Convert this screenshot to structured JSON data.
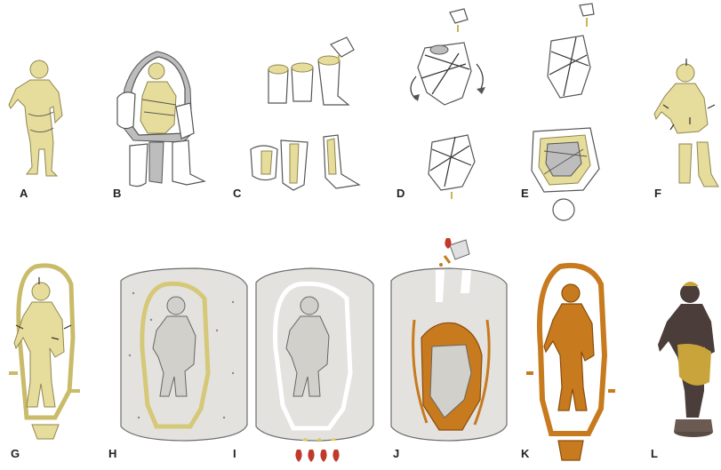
{
  "panels": [
    {
      "id": "A",
      "label": "A"
    },
    {
      "id": "B",
      "label": "B"
    },
    {
      "id": "C",
      "label": "C"
    },
    {
      "id": "D",
      "label": "D"
    },
    {
      "id": "E",
      "label": "E"
    },
    {
      "id": "F",
      "label": "F"
    },
    {
      "id": "G",
      "label": "G"
    },
    {
      "id": "H",
      "label": "H"
    },
    {
      "id": "I",
      "label": "I"
    },
    {
      "id": "J",
      "label": "J"
    },
    {
      "id": "K",
      "label": "K"
    },
    {
      "id": "L",
      "label": "L"
    }
  ],
  "colors": {
    "wax": "#e6dc9b",
    "bronze": "#c77a1e",
    "mold": "#e4e2de",
    "flame": "#c0392b",
    "dark_bronze": "#4a3d3a",
    "gold": "#c9a43a"
  }
}
